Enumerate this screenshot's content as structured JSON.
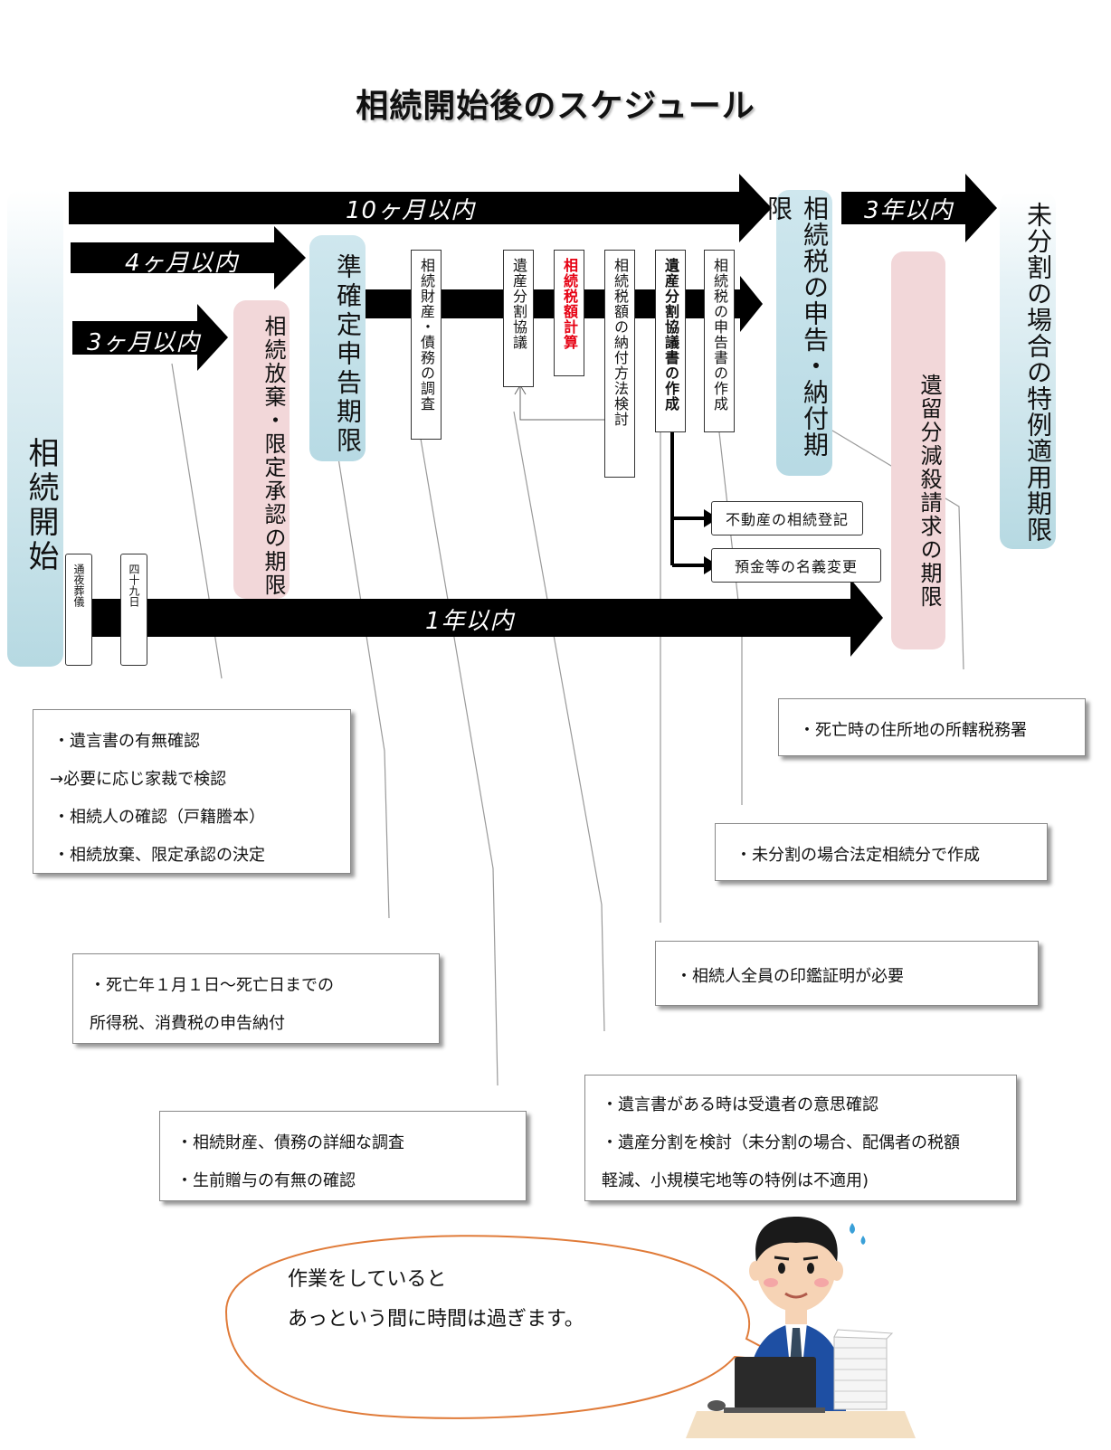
{
  "title": "相続開始後のスケジュール",
  "arrows": {
    "ten_months": "10ヶ月以内",
    "four_months": "4ヶ月以内",
    "three_months": "3ヶ月以内",
    "one_year": "1年以内",
    "three_years": "3年以内"
  },
  "pillars": {
    "start": "相続開始",
    "renunciation": "相続放棄・限定承認の期限",
    "quasi_return": "準確定申告期限",
    "tax_filing": "相続税の申告・納付期限",
    "forced_share": "遺留分減殺請求の期限",
    "undivided": "未分割の場合の特例適用期限"
  },
  "steps": {
    "survey": "相続財産・債務の調査",
    "division_talk": "遺産分割協議",
    "tax_calc": "相続税額計算",
    "payment_method": "相続税額の納付方法検討",
    "agreement_doc": "遺産分割協議書の作成",
    "return_doc": "相続税の申告書の作成"
  },
  "small_steps": {
    "wake": "通夜葬儀",
    "day49": "四十九日"
  },
  "after_steps": {
    "real_estate": "不動産の相続登記",
    "deposits": "預金等の名義変更"
  },
  "notes": {
    "will": [
      "・遺言書の有無確認",
      "→必要に応じ家裁で検認",
      "・相続人の確認（戸籍謄本）",
      "・相続放棄、限定承認の決定"
    ],
    "income_tax": [
      "・死亡年１月１日～死亡日までの",
      "所得税、消費税の申告納付"
    ],
    "survey": [
      "・相続財産、債務の詳細な調査",
      "・生前贈与の有無の確認"
    ],
    "division": [
      "・遺言書がある時は受遺者の意思確認",
      "・遺産分割を検討（未分割の場合、配偶者の税額",
      "軽減、小規模宅地等の特例は不適用)"
    ],
    "seal": [
      "・相続人全員の印鑑証明が必要"
    ],
    "legal_share": [
      "・未分割の場合法定相続分で作成"
    ],
    "tax_office": [
      "・死亡時の住所地の所轄税務署"
    ]
  },
  "bubble": [
    "作業をしていると",
    "あっという間に時間は過ぎます。"
  ],
  "colors": {
    "arrow": "#000000",
    "pillar_blue": "#b6d9e2",
    "pillar_pink": "#f2d7d9",
    "bubble_border": "#e07b39",
    "red_text": "#e60012"
  }
}
